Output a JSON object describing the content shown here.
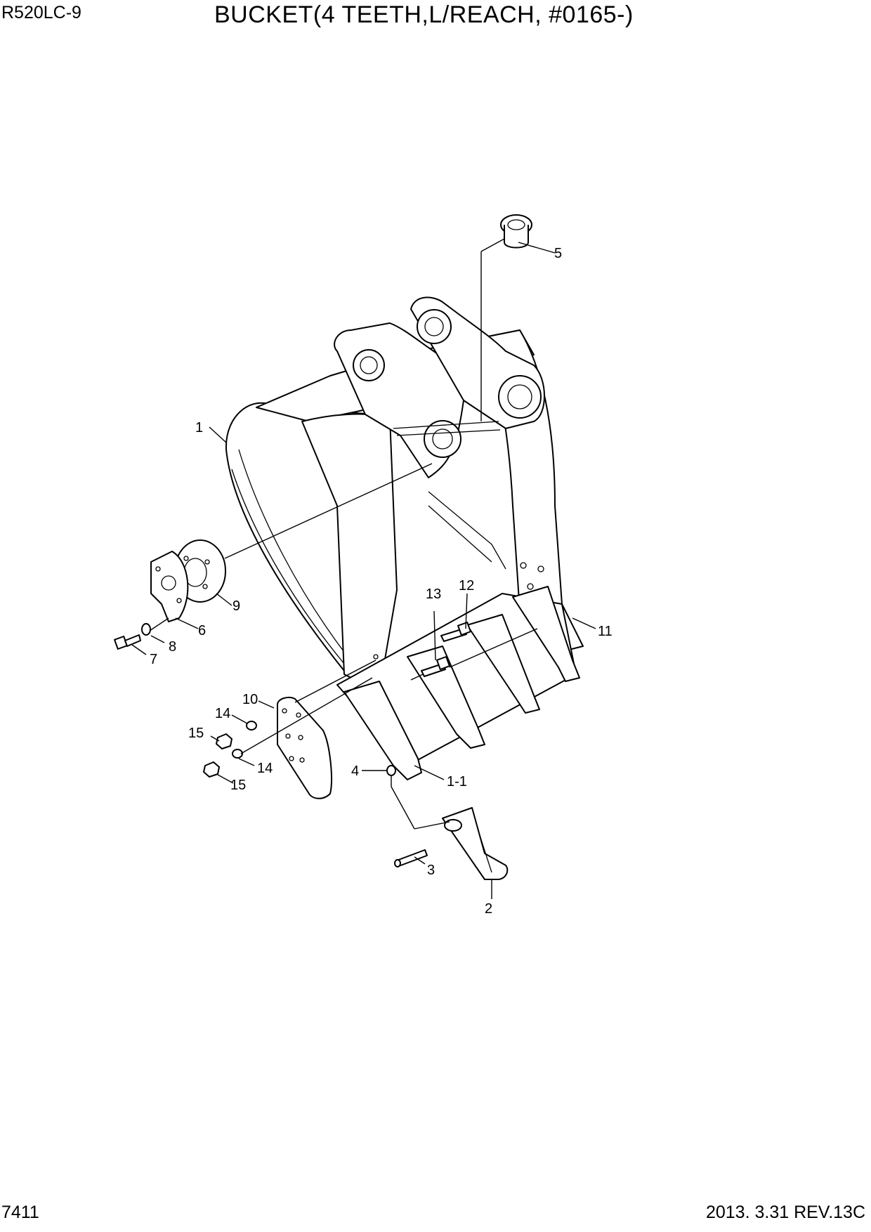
{
  "header": {
    "model": "R520LC-9",
    "title": "BUCKET(4 TEETH,L/REACH, #0165-)"
  },
  "footer": {
    "page_number": "7411",
    "revision": "2013. 3.31  REV.13C"
  },
  "callouts": {
    "c1": "1",
    "c1_1": "1-1",
    "c2": "2",
    "c3": "3",
    "c4": "4",
    "c5": "5",
    "c6": "6",
    "c7": "7",
    "c8": "8",
    "c9": "9",
    "c10": "10",
    "c11": "11",
    "c12": "12",
    "c13": "13",
    "c14a": "14",
    "c14b": "14",
    "c15a": "15",
    "c15b": "15"
  }
}
